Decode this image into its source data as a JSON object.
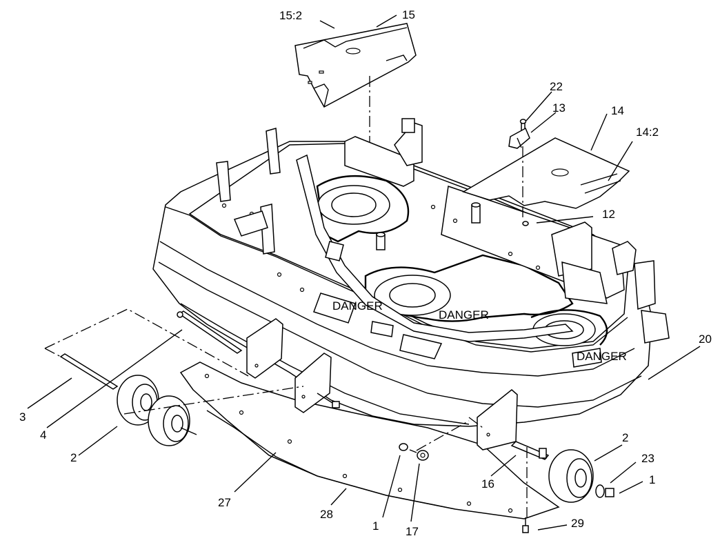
{
  "diagram": {
    "callouts": [
      {
        "id": "c15-2",
        "text": "15:2"
      },
      {
        "id": "c15",
        "text": "15"
      },
      {
        "id": "c22",
        "text": "22"
      },
      {
        "id": "c13",
        "text": "13"
      },
      {
        "id": "c14",
        "text": "14"
      },
      {
        "id": "c14-2",
        "text": "14:2"
      },
      {
        "id": "c12",
        "text": "12"
      },
      {
        "id": "c20",
        "text": "20"
      },
      {
        "id": "c3",
        "text": "3"
      },
      {
        "id": "c4",
        "text": "4"
      },
      {
        "id": "c2-left",
        "text": "2"
      },
      {
        "id": "c27",
        "text": "27"
      },
      {
        "id": "c28",
        "text": "28"
      },
      {
        "id": "c1-bottom",
        "text": "1"
      },
      {
        "id": "c17",
        "text": "17"
      },
      {
        "id": "c16",
        "text": "16"
      },
      {
        "id": "c2-right",
        "text": "2"
      },
      {
        "id": "c23",
        "text": "23"
      },
      {
        "id": "c1-right",
        "text": "1"
      },
      {
        "id": "c29",
        "text": "29"
      }
    ],
    "decals": [
      "DANGER",
      "DANGER",
      "DANGER"
    ]
  }
}
